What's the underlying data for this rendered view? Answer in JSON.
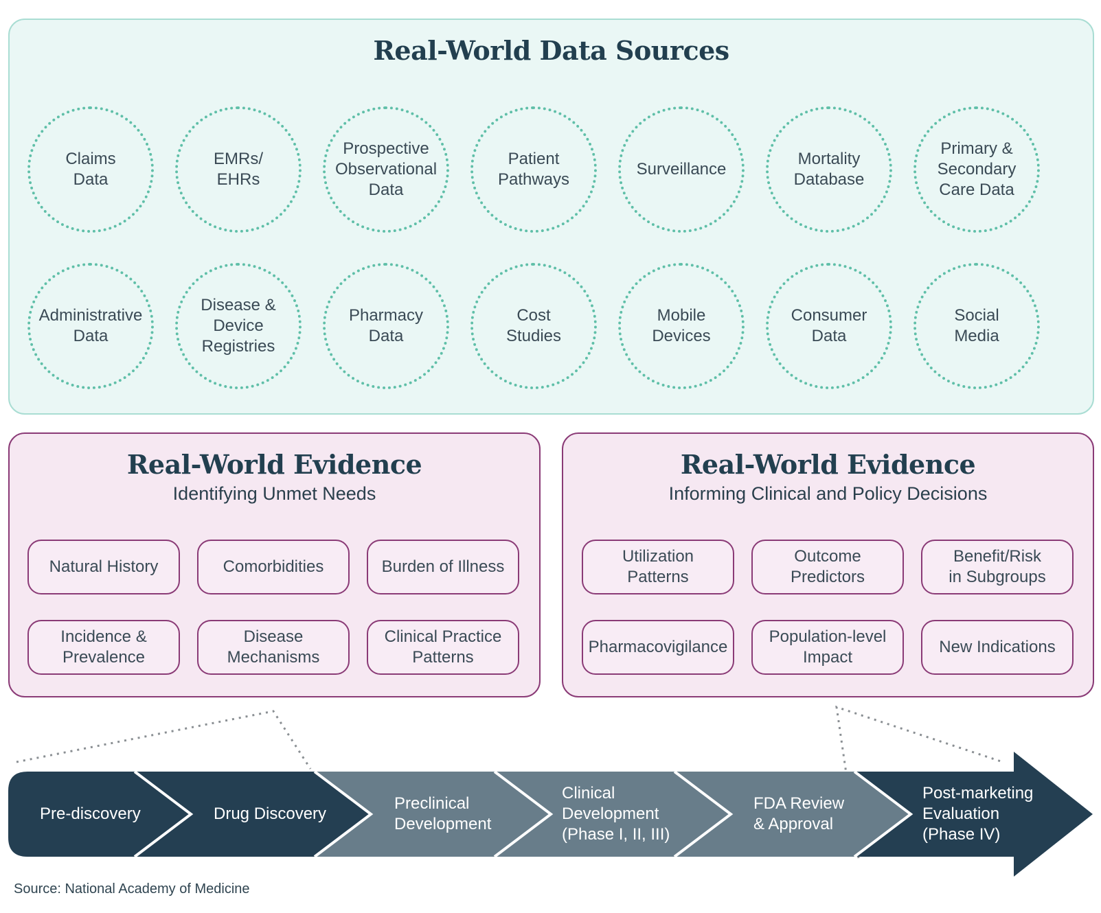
{
  "sources": {
    "title": "Real-World Data Sources",
    "items": [
      "Claims\nData",
      "EMRs/\nEHRs",
      "Prospective\nObservational\nData",
      "Patient\nPathways",
      "Surveillance",
      "Mortality\nDatabase",
      "Primary &\nSecondary\nCare Data",
      "Administrative\nData",
      "Disease &\nDevice\nRegistries",
      "Pharmacy\nData",
      "Cost\nStudies",
      "Mobile\nDevices",
      "Consumer\nData",
      "Social\nMedia"
    ]
  },
  "evidence_left": {
    "title": "Real-World Evidence",
    "subtitle": "Identifying Unmet Needs",
    "items": [
      "Natural History",
      "Comorbidities",
      "Burden of Illness",
      "Incidence &\nPrevalence",
      "Disease\nMechanisms",
      "Clinical Practice\nPatterns"
    ]
  },
  "evidence_right": {
    "title": "Real-World Evidence",
    "subtitle": "Informing Clinical and Policy Decisions",
    "items": [
      "Utilization\nPatterns",
      "Outcome\nPredictors",
      "Benefit/Risk\nin Subgroups",
      "Pharmacovigilance",
      "Population-level\nImpact",
      "New Indications"
    ]
  },
  "pipeline": {
    "stages": [
      "Pre-discovery",
      "Drug Discovery",
      "Preclinical\nDevelopment",
      "Clinical\nDevelopment\n(Phase I, II, III)",
      "FDA Review\n& Approval",
      "Post-marketing\nEvaluation\n(Phase IV)"
    ]
  },
  "colors": {
    "dark_stage": "#243f52",
    "light_stage": "#687d8a",
    "teal_dot": "#5fbfa8",
    "plum_border": "#8a3a76"
  },
  "source_note": "Source: National Academy of Medicine"
}
